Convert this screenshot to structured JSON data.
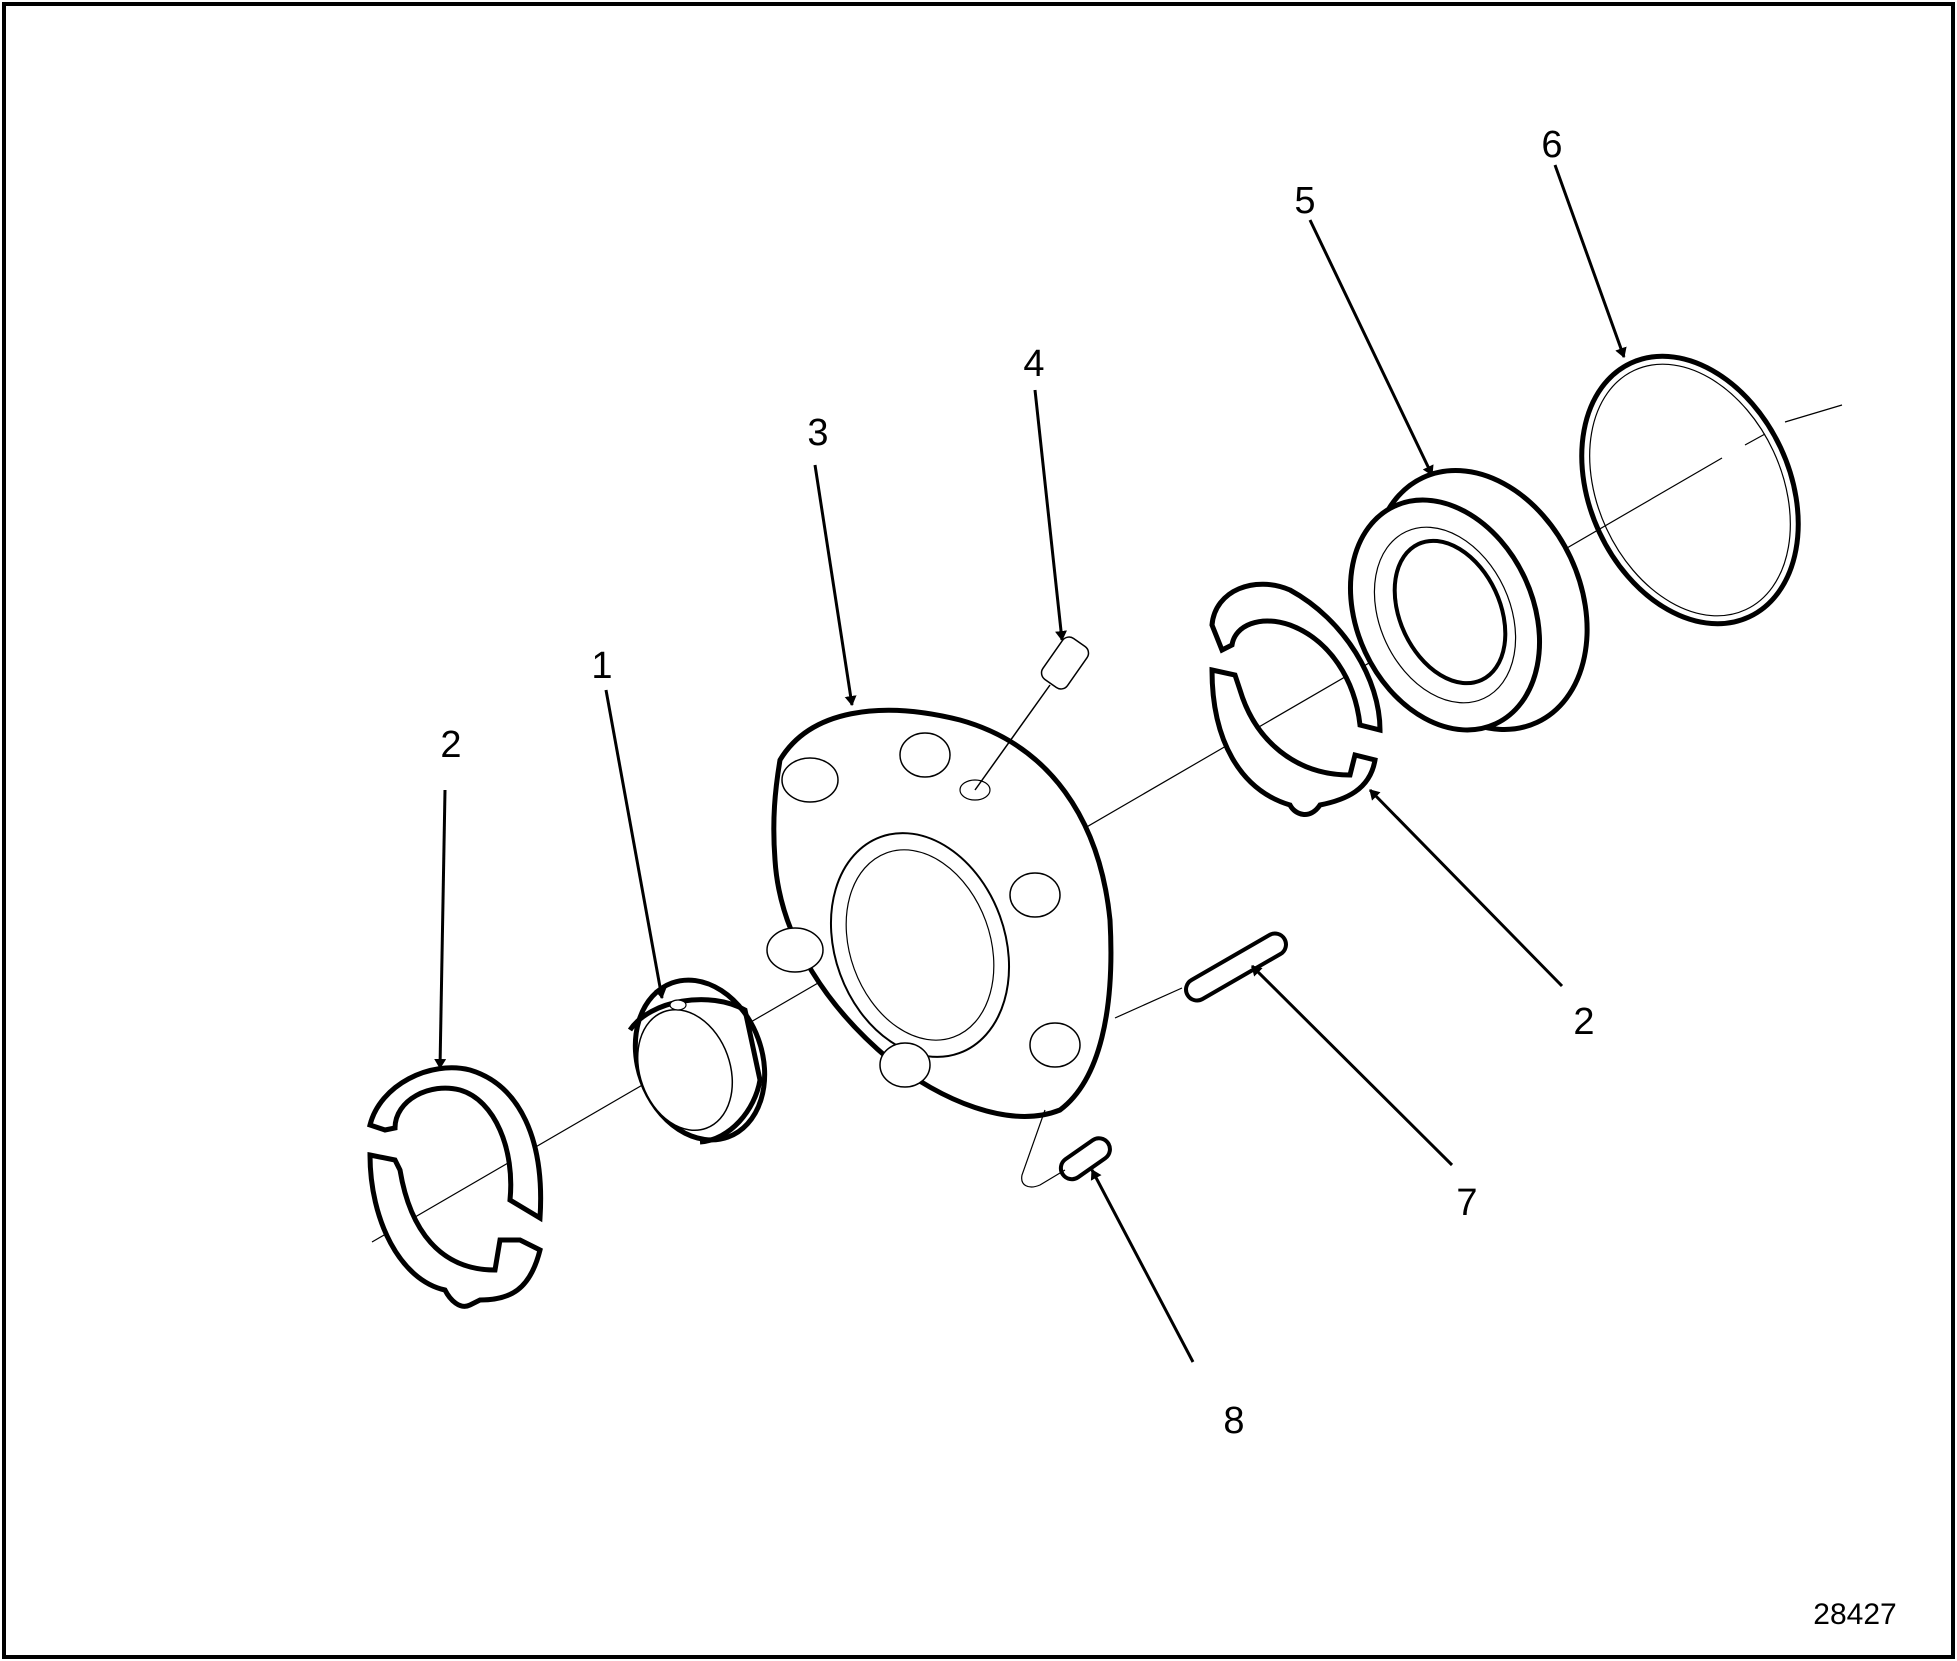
{
  "figure": {
    "number": "28427",
    "type": "exploded-parts-view",
    "callouts": [
      {
        "id": "c1",
        "label": "1"
      },
      {
        "id": "c2a",
        "label": "2"
      },
      {
        "id": "c2b",
        "label": "2"
      },
      {
        "id": "c3",
        "label": "3"
      },
      {
        "id": "c4",
        "label": "4"
      },
      {
        "id": "c5",
        "label": "5"
      },
      {
        "id": "c6",
        "label": "6"
      },
      {
        "id": "c7",
        "label": "7"
      },
      {
        "id": "c8",
        "label": "8"
      }
    ]
  },
  "colors": {
    "line": "#000000",
    "background": "#ffffff"
  }
}
